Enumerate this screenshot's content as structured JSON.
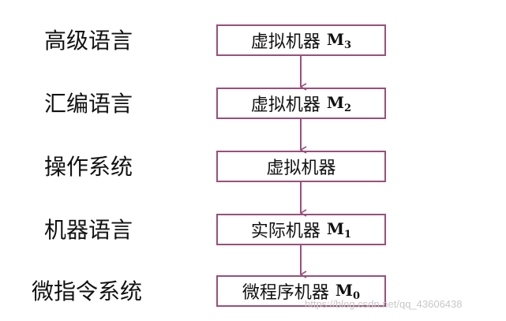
{
  "levels": [
    {
      "left": "高级语言",
      "box": "虚拟机器",
      "machine": "M",
      "sub": "3"
    },
    {
      "left": "汇编语言",
      "box": "虚拟机器",
      "machine": "M",
      "sub": "2"
    },
    {
      "left": "操作系统",
      "box": "虚拟机器",
      "machine": "",
      "sub": ""
    },
    {
      "left": "机器语言",
      "box": "实际机器",
      "machine": "M",
      "sub": "1"
    },
    {
      "left": "微指令系统",
      "box": "微程序机器",
      "machine": "M",
      "sub": "0"
    }
  ],
  "colors": {
    "border": "#9a4f7a",
    "arrow": "#9a4f7a",
    "text": "#111111"
  },
  "watermark": "https://blog.csdn.net/qq_43606438"
}
